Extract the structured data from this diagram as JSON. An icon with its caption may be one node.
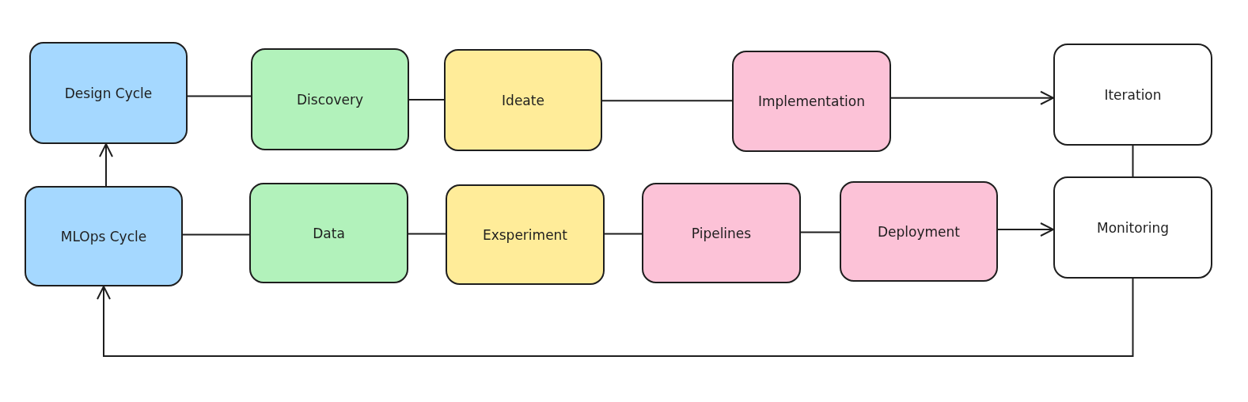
{
  "diagram": {
    "nodes": [
      {
        "text": [
          "Design Cycle"
        ]
      },
      {
        "text": [
          "Discovery"
        ]
      },
      {
        "text": [
          "Ideate"
        ]
      },
      {
        "text": [
          "Implementation"
        ]
      },
      {
        "text": [
          "Iteration"
        ]
      },
      {
        "text": [
          "MLOps Cycle"
        ]
      },
      {
        "text": [
          "Data"
        ]
      },
      {
        "text": [
          "Exsperiment"
        ]
      },
      {
        "text": [
          "Pipelines"
        ]
      },
      {
        "text": [
          "Deployment"
        ]
      },
      {
        "text": [
          "Monitoring"
        ]
      }
    ],
    "edges": [
      {
        "from": 0,
        "to": 1,
        "arrow": "none"
      },
      {
        "from": 1,
        "to": 2,
        "arrow": "none"
      },
      {
        "from": 2,
        "to": 3,
        "arrow": "none"
      },
      {
        "from": 3,
        "to": 4,
        "arrow": "to"
      },
      {
        "from": 5,
        "to": 0,
        "arrow": "to"
      },
      {
        "from": 5,
        "to": 6,
        "arrow": "none"
      },
      {
        "from": 6,
        "to": 7,
        "arrow": "none"
      },
      {
        "from": 7,
        "to": 8,
        "arrow": "none"
      },
      {
        "from": 8,
        "to": 9,
        "arrow": "none"
      },
      {
        "from": 9,
        "to": 10,
        "arrow": "to"
      },
      {
        "from": 10,
        "to": 4,
        "arrow": "none"
      },
      {
        "from": 10,
        "to": 5,
        "arrow": "to"
      }
    ]
  }
}
